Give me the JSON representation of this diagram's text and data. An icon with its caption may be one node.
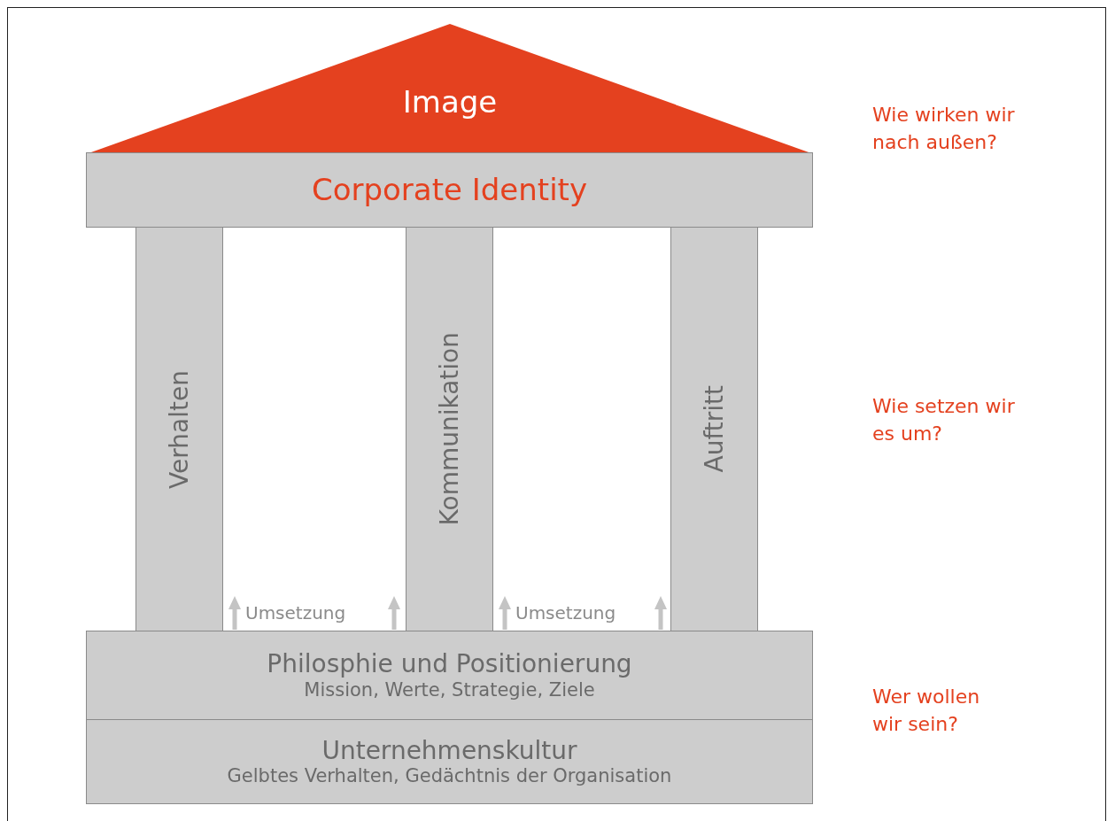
{
  "diagram": {
    "nodes": [
      {
        "text": [
          "Image"
        ]
      },
      {
        "text": [
          "Corporate Identity"
        ]
      },
      {
        "text": [
          "Verhalten"
        ]
      },
      {
        "text": [
          "Kommunikation"
        ]
      },
      {
        "text": [
          "Auftritt"
        ]
      },
      {
        "text": [
          "Philosphie und Positionierung",
          "Mission, Werte, Strategie, Ziele"
        ]
      },
      {
        "text": [
          "Unternehmenskultur",
          "Gelbtes Verhalten, Gedächtnis der Organisation"
        ]
      }
    ],
    "edges": [
      {
        "from": 5,
        "to": null,
        "arrow": "to"
      },
      {
        "from": 5,
        "to": null,
        "arrow": "to"
      },
      {
        "from": 5,
        "to": null,
        "arrow": "to"
      },
      {
        "from": 5,
        "to": null,
        "arrow": "to"
      }
    ],
    "labels": [
      "Wie wirken wir nach außen?",
      "Wie setzen wir es um?",
      "Umsetzung",
      "Umsetzung",
      "Wer wollen wir sein?"
    ]
  }
}
